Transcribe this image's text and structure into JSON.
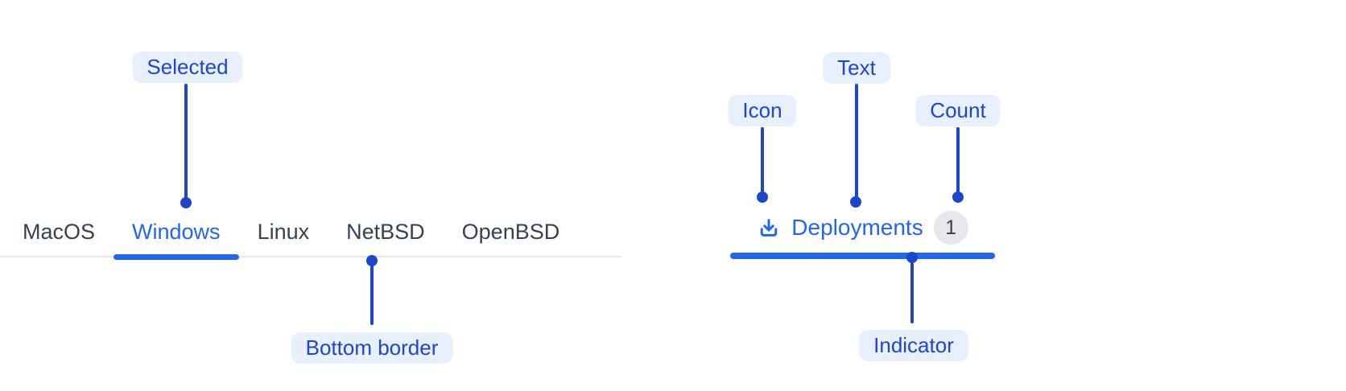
{
  "annotations": {
    "selected": {
      "label": "Selected"
    },
    "bottom_border": {
      "label": "Bottom border"
    },
    "icon": {
      "label": "Icon"
    },
    "text": {
      "label": "Text"
    },
    "count": {
      "label": "Count"
    },
    "indicator": {
      "label": "Indicator"
    }
  },
  "os_tabs": {
    "items": [
      {
        "label": "MacOS",
        "selected": false
      },
      {
        "label": "Windows",
        "selected": true
      },
      {
        "label": "Linux",
        "selected": false
      },
      {
        "label": "NetBSD",
        "selected": false
      },
      {
        "label": "OpenBSD",
        "selected": false
      }
    ]
  },
  "deployments_tab": {
    "icon": "download-icon",
    "label": "Deployments",
    "count": "1",
    "selected": true
  },
  "colors": {
    "annotation_blue": "#1c46cb",
    "annotation_pill_bg": "#e9f0fd",
    "active_blue": "#2166f2",
    "tab_text": "#374151",
    "divider_gray": "#e5e7eb",
    "badge_bg": "#e5e7eb",
    "badge_text": "#374151"
  }
}
